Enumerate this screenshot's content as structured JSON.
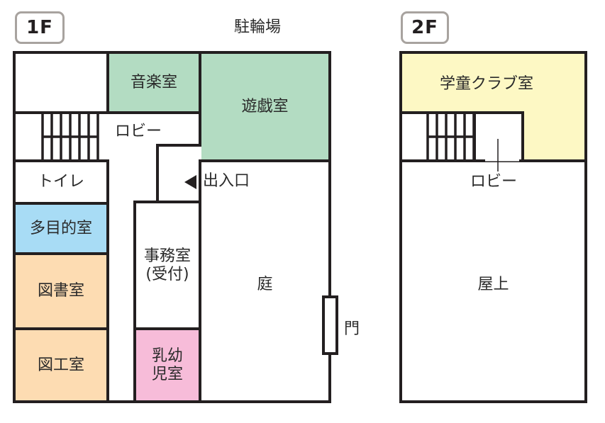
{
  "colors": {
    "wall": "#231f20",
    "green_room": "#b3dcc2",
    "blue_room": "#a8dcf5",
    "orange_room": "#fddcb2",
    "pink_room": "#f7bcd9",
    "yellow_room": "#fdf8c4",
    "badge_border": "#a8a39f"
  },
  "floor1": {
    "badge": "1F",
    "outside_label": "駐輪場",
    "rooms": {
      "music": "音楽室",
      "playroom": "遊戯室",
      "lobby": "ロビー",
      "toilet": "トイレ",
      "multipurpose": "多目的室",
      "library": "図書室",
      "craft": "図工室",
      "office_line1": "事務室",
      "office_line2": "(受付)",
      "infant_line1": "乳幼",
      "infant_line2": "児室",
      "garden": "庭",
      "entrance": "出入口",
      "gate": "門"
    }
  },
  "floor2": {
    "badge": "2F",
    "rooms": {
      "club": "学童クラブ室",
      "lobby": "ロビー",
      "rooftop": "屋上"
    }
  }
}
